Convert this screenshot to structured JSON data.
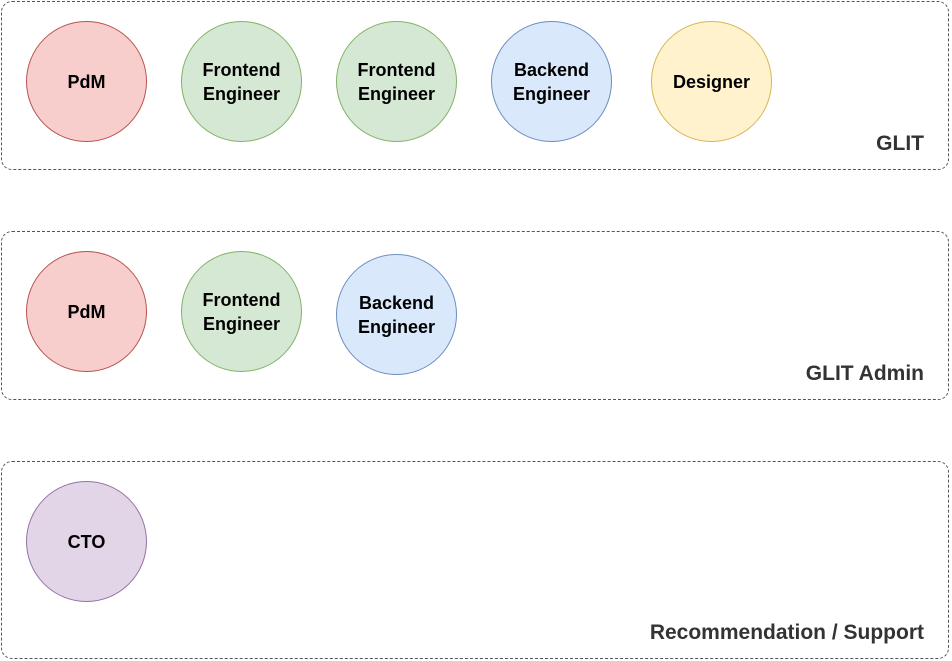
{
  "groups": [
    {
      "label": "GLIT",
      "members": [
        {
          "label": "PdM",
          "role": "pdm",
          "color": "#f8cecc"
        },
        {
          "label": "Frontend\nEngineer",
          "role": "frontend",
          "color": "#d5e8d4"
        },
        {
          "label": "Frontend\nEngineer",
          "role": "frontend",
          "color": "#d5e8d4"
        },
        {
          "label": "Backend\nEngineer",
          "role": "backend",
          "color": "#dae8fc"
        },
        {
          "label": "Designer",
          "role": "designer",
          "color": "#fff2cc"
        }
      ]
    },
    {
      "label": "GLIT Admin",
      "members": [
        {
          "label": "PdM",
          "role": "pdm",
          "color": "#f8cecc"
        },
        {
          "label": "Frontend\nEngineer",
          "role": "frontend",
          "color": "#d5e8d4"
        },
        {
          "label": "Backend\nEngineer",
          "role": "backend",
          "color": "#dae8fc"
        }
      ]
    },
    {
      "label": "Recommendation / Support",
      "members": [
        {
          "label": "CTO",
          "role": "cto",
          "color": "#e1d5e7"
        }
      ]
    }
  ]
}
